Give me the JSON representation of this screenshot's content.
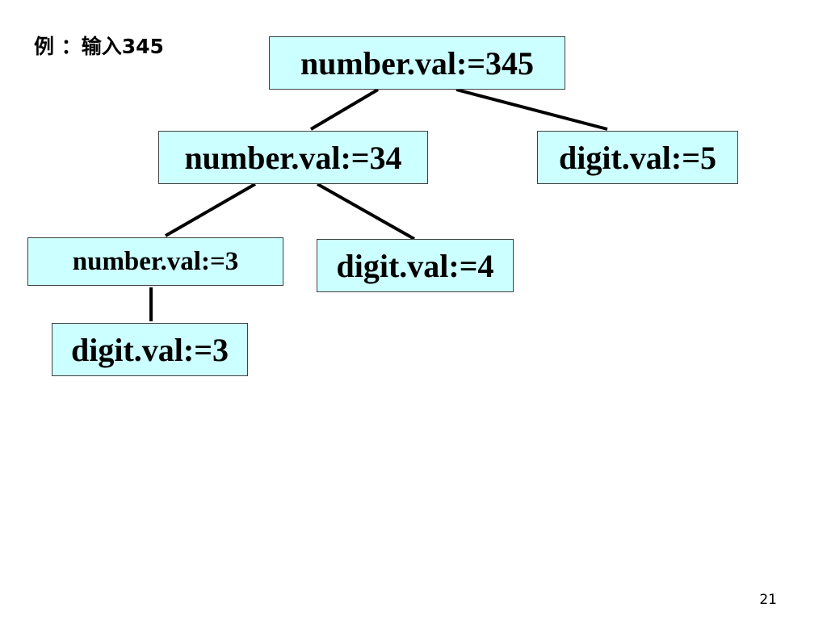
{
  "example_label": "例 ：输入345",
  "tree": {
    "root": "number.val:=345",
    "number_34": "number.val:=34",
    "digit_5": "digit.val:=5",
    "number_3": "number.val:=3",
    "digit_4": "digit.val:=4",
    "digit_3": "digit.val:=3"
  },
  "colors": {
    "node_fill": "#ccffff",
    "node_border": "#404040",
    "edge": "#000000"
  },
  "page_number": "21"
}
